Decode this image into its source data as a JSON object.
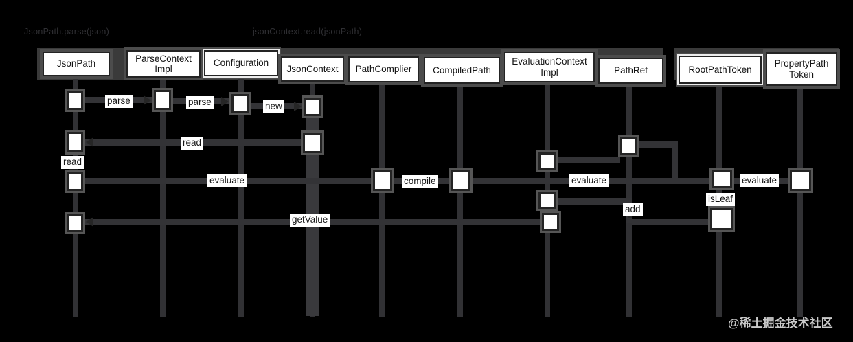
{
  "diagram": {
    "type": "uml-sequence",
    "theme": "dark",
    "section_labels": {
      "left": "JsonPath.parse(json)",
      "right": "jsonContext.read(jsonPath)"
    },
    "actors": [
      {
        "name": "JsonPath"
      },
      {
        "name": "ParseContext\nImpl"
      },
      {
        "name": "Configuration"
      },
      {
        "name": "JsonContext"
      },
      {
        "name": "PathComplier"
      },
      {
        "name": "CompiledPath"
      },
      {
        "name": "EvaluationContext\nImpl"
      },
      {
        "name": "PathRef"
      },
      {
        "name": "RootPathToken"
      },
      {
        "name": "PropertyPath\nToken"
      }
    ],
    "messages": {
      "parse1": "parse",
      "parse2": "parse",
      "new1": "new",
      "read1": "read",
      "read_self": "read",
      "evaluate1": "evaluate",
      "compile1": "compile",
      "evaluate2": "evaluate",
      "evaluate3": "evaluate",
      "isleaf": "isLeaf",
      "add1": "add",
      "getvalue": "getValue"
    },
    "colors": {
      "background": "#000000",
      "line": "#333336",
      "box_fill": "#ffffff",
      "box_border": "#242424",
      "box_halo": "#4c4c4c",
      "faint_text": "#2f2f33",
      "watermark_text": "#c9c9c9"
    }
  },
  "watermark": "@稀土掘金技术社区"
}
